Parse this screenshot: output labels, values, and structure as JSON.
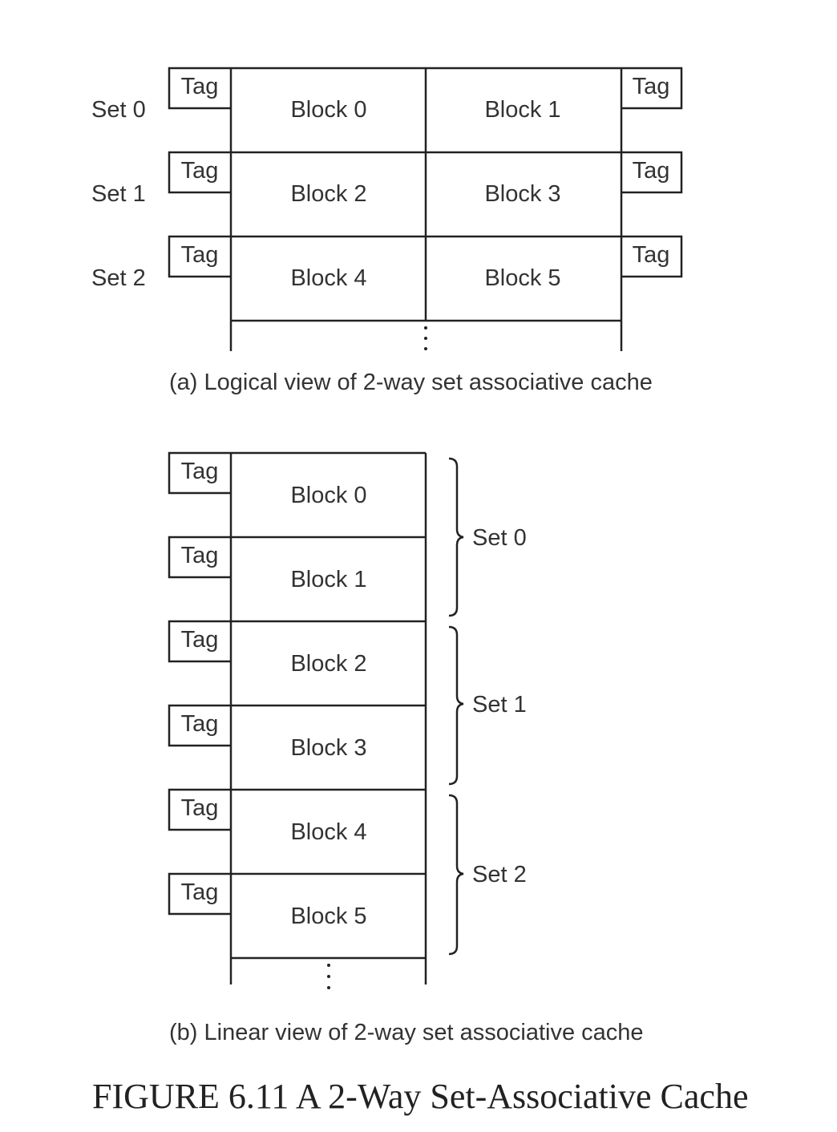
{
  "logical_view": {
    "caption": "(a)  Logical view of 2-way set associative cache",
    "sets": [
      {
        "label": "Set 0",
        "blocks": [
          "Block 0",
          "Block 1"
        ],
        "tags": [
          "Tag",
          "Tag"
        ]
      },
      {
        "label": "Set 1",
        "blocks": [
          "Block 2",
          "Block 3"
        ],
        "tags": [
          "Tag",
          "Tag"
        ]
      },
      {
        "label": "Set 2",
        "blocks": [
          "Block 4",
          "Block 5"
        ],
        "tags": [
          "Tag",
          "Tag"
        ]
      }
    ]
  },
  "linear_view": {
    "caption": "(b)  Linear view of 2-way set associative cache",
    "rows": [
      {
        "tag": "Tag",
        "block": "Block 0"
      },
      {
        "tag": "Tag",
        "block": "Block 1"
      },
      {
        "tag": "Tag",
        "block": "Block 2"
      },
      {
        "tag": "Tag",
        "block": "Block 3"
      },
      {
        "tag": "Tag",
        "block": "Block 4"
      },
      {
        "tag": "Tag",
        "block": "Block 5"
      }
    ],
    "set_labels": [
      "Set 0",
      "Set 1",
      "Set 2"
    ]
  },
  "figure_title": "FIGURE 6.11 A 2-Way Set-Associative Cache"
}
